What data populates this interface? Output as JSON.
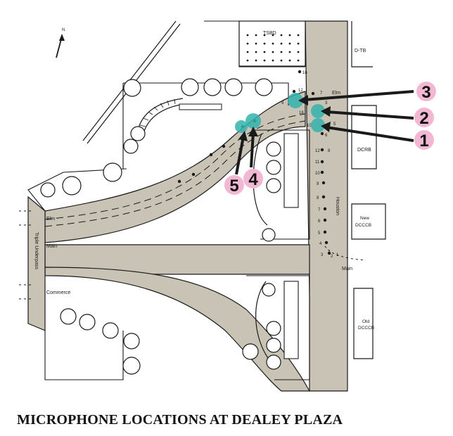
{
  "title": "MICROPHONE LOCATIONS AT DEALEY PLAZA",
  "north_label": "N",
  "colors": {
    "road": "#c8c3b4",
    "lines": "#1a1a1a",
    "marker_teal": "#33b3ad",
    "callout_pink": "#f2b8d3"
  },
  "buildings": {
    "tsbd": "TSBD",
    "dtb": "D-TB",
    "dcrb": "DCRB",
    "new_dcccb": [
      "New",
      "DCCCB"
    ],
    "old_dcccb": [
      "Old",
      "DCCCB"
    ]
  },
  "streets": {
    "elm": "Elm",
    "main_left": "Main",
    "main_right": "Main",
    "commerce": "Commerce",
    "houston": "Houston",
    "elm_right": "Elm",
    "triple_underpass": "Triple Underpass"
  },
  "callouts": [
    "1",
    "2",
    "3",
    "4",
    "5"
  ],
  "mic_numbers": [
    "16",
    "12",
    "7",
    "9",
    "10",
    "18",
    "3",
    "5",
    "6",
    "8",
    "12",
    "11",
    "10",
    "9",
    "8",
    "7",
    "6",
    "5",
    "4",
    "3",
    "2",
    "1"
  ]
}
